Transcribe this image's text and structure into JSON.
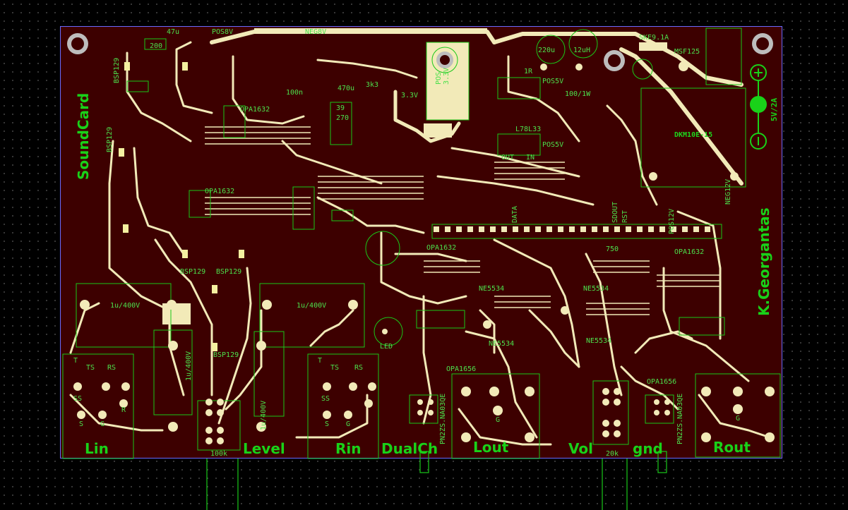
{
  "board": {
    "title": "SoundCard",
    "author": "K.Georgantas",
    "power_label": "5V/2A"
  },
  "connectors": {
    "lin": "Lin",
    "level": "Level",
    "rin": "Rin",
    "dualch": "DualCh",
    "lout": "Lout",
    "vol": "Vol",
    "gnd": "gnd",
    "rout": "Rout"
  },
  "parts": {
    "pos8v": "POS8V",
    "neg8v": "NEG8V",
    "pos5v_a": "POS5V",
    "pos5v_b": "POS5V",
    "pos33": "POS\n3.3V",
    "opa1632_a": "OPA1632",
    "opa1632_b": "OPA1632",
    "opa1632_c": "OPA1632",
    "opa1632_d": "OPA1632",
    "ne5534_a": "NE5534",
    "ne5534_b": "NE5534",
    "ne5534_c": "NE5534",
    "ne5534_d": "NE5534",
    "opa1656_a": "OPA1656",
    "opa1656_b": "OPA1656",
    "dkm": "DKM10E-15",
    "ske": "SKE9.1A",
    "msf": "MSF125",
    "l78": "L78L33",
    "cap_1u400_a": "1u/400V",
    "cap_1u400_b": "1u/400V",
    "cap_1u400_c": "1u/400V",
    "cap_1u400_d": "1u/400V",
    "bsp_a": "BSP129",
    "bsp_b": "BSP129",
    "bsp_c": "BSP129",
    "bsp_d": "BSP129",
    "bsp_e": "BSP129",
    "led": "LED",
    "pn_a": "PN2ZS.NA03QE",
    "pn_b": "PN2ZS.NA03QE",
    "r100k": "100k",
    "r20k": "20k",
    "c220u": "220u",
    "c12uh": "12uH",
    "c470u": "470u",
    "c100_1w": "100/1W",
    "r200": "200",
    "r39": "39",
    "r270": "270",
    "r750": "750",
    "r1r": "1R",
    "neg12v": "NEG12V",
    "pos12v": "POS12V",
    "out": "OUT",
    "in": "IN",
    "jack_t": "T",
    "jack_ts": "TS",
    "jack_rs": "RS",
    "jack_ss": "SS",
    "jack_r": "R",
    "jack_s": "S",
    "jack_g": "G",
    "sdout": "SDOUT",
    "rst": "RST",
    "data": "DATA",
    "c3k3": "3k3",
    "c33v": "3.3V",
    "c47u": "47u",
    "c100n": "100n"
  },
  "colors": {
    "board": "#3d0000",
    "copper": "#f2eab8",
    "silk": "#19d219",
    "outline": "#6a6aff"
  }
}
